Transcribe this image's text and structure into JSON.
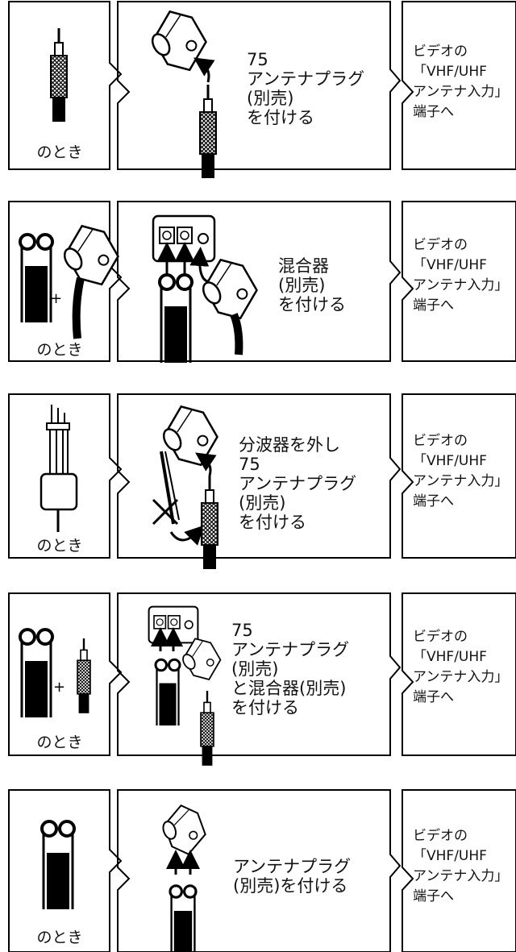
{
  "rows": [
    {
      "condition": "のとき",
      "instruction": "75\nアンテナプラグ\n(別売)\nを付ける",
      "target": "ビデオの\n「VHF/UHF\nアンテナ入力」\n端子へ"
    },
    {
      "condition": "のとき",
      "instruction": "混合器\n(別売)\nを付ける",
      "target": "ビデオの\n「VHF/UHF\nアンテナ入力」\n端子へ"
    },
    {
      "condition": "のとき",
      "instruction": "分波器を外し\n75\nアンテナプラグ\n(別売)\nを付ける",
      "target": "ビデオの\n「VHF/UHF\nアンテナ入力」\n端子へ"
    },
    {
      "condition": "のとき",
      "instruction": "75\nアンテナプラグ\n(別売)\nと混合器(別売)\nを付ける",
      "target": "ビデオの\n「VHF/UHF\nアンテナ入力」\n端子へ"
    },
    {
      "condition": "のとき",
      "instruction": "アンテナプラグ\n(別売)を付ける",
      "target": "ビデオの\n「VHF/UHF\nアンテナ入力」\n端子へ"
    }
  ]
}
